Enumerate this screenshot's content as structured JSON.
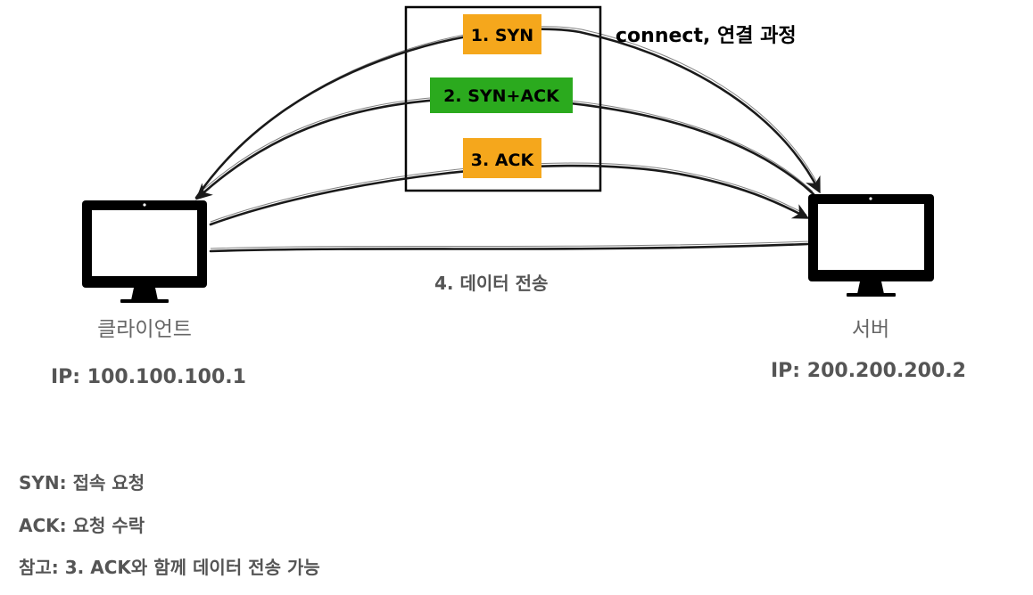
{
  "handshake": {
    "title": "connect, 연결 과정",
    "steps": [
      {
        "label": "1. SYN",
        "color": "#F5A71C"
      },
      {
        "label": "2. SYN+ACK",
        "color": "#2BAA1E"
      },
      {
        "label": "3. ACK",
        "color": "#F5A71C"
      }
    ],
    "data_transfer": "4. 데이터 전송"
  },
  "client": {
    "name": "클라이언트",
    "ip": "IP: 100.100.100.1",
    "icon": "monitor-icon"
  },
  "server": {
    "name": "서버",
    "ip": "IP: 200.200.200.2",
    "icon": "monitor-icon"
  },
  "legend": [
    "SYN: 접속 요청",
    "ACK: 요청 수락",
    "참고: 3. ACK와 함께 데이터 전송 가능"
  ]
}
